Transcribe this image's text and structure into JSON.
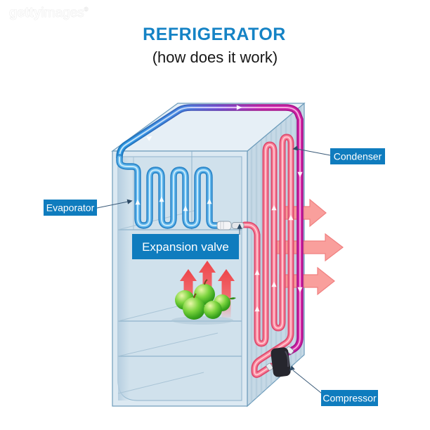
{
  "watermark": {
    "getty": "getty",
    "images": "images",
    "reg": "®"
  },
  "header": {
    "title": "REFRIGERATOR",
    "subtitle": "(how does it work)"
  },
  "labels": {
    "evaporator": "Evaporator",
    "condenser": "Condenser",
    "expansion_valve": "Expansion valve",
    "compressor": "Compressor"
  },
  "colors": {
    "title_blue": "#1583c5",
    "label_bg": "#0f7cbe",
    "label_text": "#ffffff",
    "cold_pipe": "#56aee8",
    "hot_pipe_magenta": "#d0219f",
    "condenser_pipe": "#f8708d",
    "heat_arrow": "#f9928f",
    "apple_green": "#4db32c",
    "cabinet_blue": "#dce9f2"
  }
}
